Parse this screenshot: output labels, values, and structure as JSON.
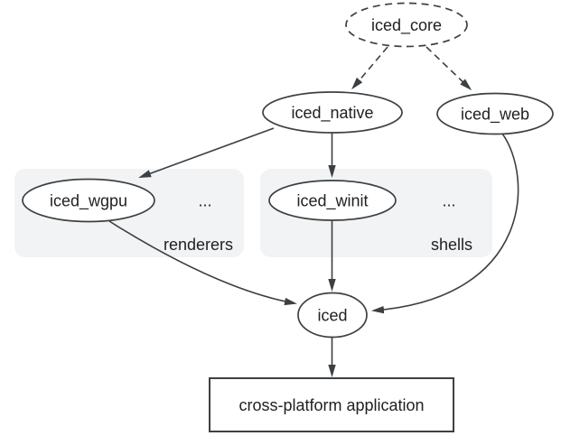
{
  "diagram": {
    "nodes": {
      "iced_core": {
        "label": "iced_core",
        "shape": "ellipse-dashed"
      },
      "iced_native": {
        "label": "iced_native",
        "shape": "ellipse"
      },
      "iced_web": {
        "label": "iced_web",
        "shape": "ellipse"
      },
      "iced_wgpu": {
        "label": "iced_wgpu",
        "shape": "ellipse"
      },
      "iced_winit": {
        "label": "iced_winit",
        "shape": "ellipse"
      },
      "iced": {
        "label": "iced",
        "shape": "ellipse"
      },
      "application": {
        "label": "cross-platform application",
        "shape": "rectangle"
      }
    },
    "groups": {
      "renderers": {
        "label": "renderers",
        "ellipsis": "..."
      },
      "shells": {
        "label": "shells",
        "ellipsis": "..."
      }
    },
    "edges": [
      {
        "from": "iced_core",
        "to": "iced_native",
        "style": "dashed"
      },
      {
        "from": "iced_core",
        "to": "iced_web",
        "style": "dashed"
      },
      {
        "from": "iced_native",
        "to": "iced_wgpu",
        "style": "solid"
      },
      {
        "from": "iced_native",
        "to": "iced_winit",
        "style": "solid"
      },
      {
        "from": "iced_wgpu",
        "to": "iced",
        "style": "solid"
      },
      {
        "from": "iced_winit",
        "to": "iced",
        "style": "solid"
      },
      {
        "from": "iced_web",
        "to": "iced",
        "style": "solid"
      },
      {
        "from": "iced",
        "to": "application",
        "style": "solid"
      }
    ],
    "colors": {
      "stroke": "#3c4043",
      "text": "#202124",
      "accent_blue": "#1a73e8",
      "group_fill": "#f1f3f4",
      "background": "#ffffff"
    }
  }
}
